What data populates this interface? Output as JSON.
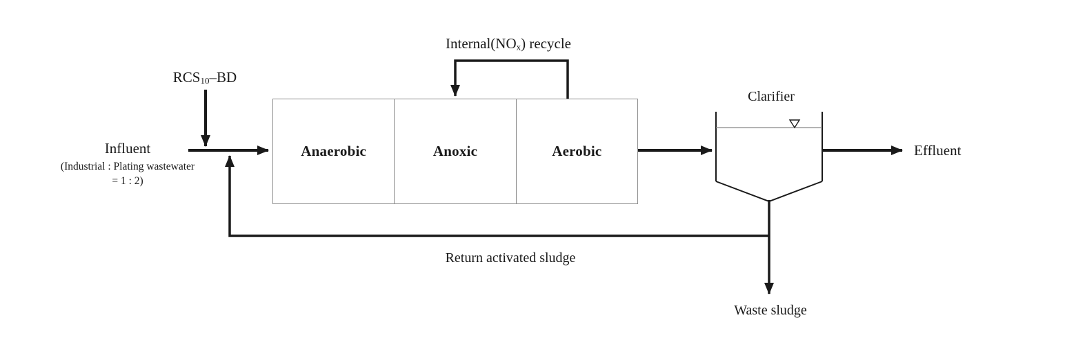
{
  "labels": {
    "influent": {
      "title": "Influent",
      "detail_line1": "(Industrial : Plating wastewater",
      "detail_line2": "= 1 : 2)"
    },
    "rcs_dosing": {
      "pre": "RCS",
      "sub": "10",
      "post": "–BD"
    },
    "internal_recycle": {
      "pre": "Internal(NO",
      "sub": "x",
      "post": ") recycle"
    },
    "clarifier": "Clarifier",
    "effluent": "Effluent",
    "return_activated_sludge": "Return activated sludge",
    "waste_sludge": "Waste sludge"
  },
  "reactors": [
    {
      "label": "Anaerobic"
    },
    {
      "label": "Anoxic"
    },
    {
      "label": "Aerobic"
    }
  ],
  "colors": {
    "line": "#1a1a1a",
    "box_border": "#8c8c8c",
    "water_line": "#888888",
    "background": "#ffffff",
    "text": "#1a1a1a"
  }
}
